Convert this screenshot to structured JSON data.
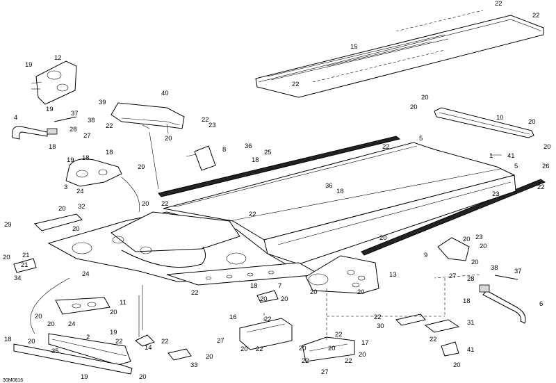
{
  "diagram_code": "30M0816",
  "callouts": [
    {
      "id": "c1",
      "text": "22"
    },
    {
      "id": "c2",
      "text": "22"
    },
    {
      "id": "c3",
      "text": "15"
    },
    {
      "id": "c4",
      "text": "22"
    },
    {
      "id": "c5",
      "text": "12"
    },
    {
      "id": "c6",
      "text": "19"
    },
    {
      "id": "c7",
      "text": "19"
    },
    {
      "id": "c8",
      "text": "40"
    },
    {
      "id": "c9",
      "text": "39"
    },
    {
      "id": "c10",
      "text": "22"
    },
    {
      "id": "c11",
      "text": "22"
    },
    {
      "id": "c12",
      "text": "23"
    },
    {
      "id": "c13",
      "text": "4"
    },
    {
      "id": "c14",
      "text": "37"
    },
    {
      "id": "c15",
      "text": "38"
    },
    {
      "id": "c16",
      "text": "28"
    },
    {
      "id": "c17",
      "text": "27"
    },
    {
      "id": "c18",
      "text": "18"
    },
    {
      "id": "c19",
      "text": "20"
    },
    {
      "id": "c20",
      "text": "20"
    },
    {
      "id": "c21",
      "text": "10"
    },
    {
      "id": "c22",
      "text": "20"
    },
    {
      "id": "c23",
      "text": "20"
    },
    {
      "id": "c24",
      "text": "20"
    },
    {
      "id": "c25",
      "text": "8"
    },
    {
      "id": "c26",
      "text": "36"
    },
    {
      "id": "c27",
      "text": "18"
    },
    {
      "id": "c28",
      "text": "25"
    },
    {
      "id": "c29",
      "text": "5"
    },
    {
      "id": "c30",
      "text": "22"
    },
    {
      "id": "c31",
      "text": "18"
    },
    {
      "id": "c32",
      "text": "19"
    },
    {
      "id": "c33",
      "text": "18"
    },
    {
      "id": "c34",
      "text": "29"
    },
    {
      "id": "c35",
      "text": "1"
    },
    {
      "id": "c36",
      "text": "41"
    },
    {
      "id": "c37",
      "text": "5"
    },
    {
      "id": "c38",
      "text": "26"
    },
    {
      "id": "c39",
      "text": "3"
    },
    {
      "id": "c40",
      "text": "24"
    },
    {
      "id": "c41",
      "text": "36"
    },
    {
      "id": "c42",
      "text": "18"
    },
    {
      "id": "c43",
      "text": "23"
    },
    {
      "id": "c44",
      "text": "22"
    },
    {
      "id": "c45",
      "text": "20"
    },
    {
      "id": "c46",
      "text": "22"
    },
    {
      "id": "c47",
      "text": "20"
    },
    {
      "id": "c48",
      "text": "32"
    },
    {
      "id": "c49",
      "text": "22"
    },
    {
      "id": "c50",
      "text": "29"
    },
    {
      "id": "c51",
      "text": "20"
    },
    {
      "id": "c52",
      "text": "23"
    },
    {
      "id": "c53",
      "text": "20"
    },
    {
      "id": "c54",
      "text": "9"
    },
    {
      "id": "c55",
      "text": "20"
    },
    {
      "id": "c56",
      "text": "20"
    },
    {
      "id": "c57",
      "text": "21"
    },
    {
      "id": "c58",
      "text": "21"
    },
    {
      "id": "c59",
      "text": "20"
    },
    {
      "id": "c60",
      "text": "24"
    },
    {
      "id": "c61",
      "text": "34"
    },
    {
      "id": "c62",
      "text": "38"
    },
    {
      "id": "c63",
      "text": "37"
    },
    {
      "id": "c64",
      "text": "27"
    },
    {
      "id": "c65",
      "text": "28"
    },
    {
      "id": "c66",
      "text": "18"
    },
    {
      "id": "c67",
      "text": "13"
    },
    {
      "id": "c68",
      "text": "18"
    },
    {
      "id": "c69",
      "text": "7"
    },
    {
      "id": "c70",
      "text": "20"
    },
    {
      "id": "c71",
      "text": "20"
    },
    {
      "id": "c72",
      "text": "20"
    },
    {
      "id": "c73",
      "text": "20"
    },
    {
      "id": "c74",
      "text": "6"
    },
    {
      "id": "c75",
      "text": "11"
    },
    {
      "id": "c76",
      "text": "20"
    },
    {
      "id": "c77",
      "text": "20"
    },
    {
      "id": "c78",
      "text": "24"
    },
    {
      "id": "c79",
      "text": "20"
    },
    {
      "id": "c80",
      "text": "22"
    },
    {
      "id": "c81",
      "text": "30"
    },
    {
      "id": "c82",
      "text": "31"
    },
    {
      "id": "c83",
      "text": "16"
    },
    {
      "id": "c84",
      "text": "22"
    },
    {
      "id": "c85",
      "text": "19"
    },
    {
      "id": "c86",
      "text": "22"
    },
    {
      "id": "c87",
      "text": "2"
    },
    {
      "id": "c88",
      "text": "22"
    },
    {
      "id": "c89",
      "text": "14"
    },
    {
      "id": "c90",
      "text": "22"
    },
    {
      "id": "c91",
      "text": "27"
    },
    {
      "id": "c92",
      "text": "20"
    },
    {
      "id": "c93",
      "text": "22"
    },
    {
      "id": "c94",
      "text": "18"
    },
    {
      "id": "c95",
      "text": "20"
    },
    {
      "id": "c96",
      "text": "35"
    },
    {
      "id": "c97",
      "text": "22"
    },
    {
      "id": "c98",
      "text": "17"
    },
    {
      "id": "c99",
      "text": "22"
    },
    {
      "id": "c100",
      "text": "41"
    },
    {
      "id": "c101",
      "text": "20"
    },
    {
      "id": "c102",
      "text": "20"
    },
    {
      "id": "c103",
      "text": "33"
    },
    {
      "id": "c104",
      "text": "20"
    },
    {
      "id": "c105",
      "text": "27"
    },
    {
      "id": "c106",
      "text": "19"
    },
    {
      "id": "c107",
      "text": "20"
    },
    {
      "id": "c108",
      "text": "22"
    },
    {
      "id": "c109",
      "text": "22"
    },
    {
      "id": "c110",
      "text": "20"
    },
    {
      "id": "c111",
      "text": "20"
    },
    {
      "id": "c112",
      "text": "20"
    }
  ]
}
